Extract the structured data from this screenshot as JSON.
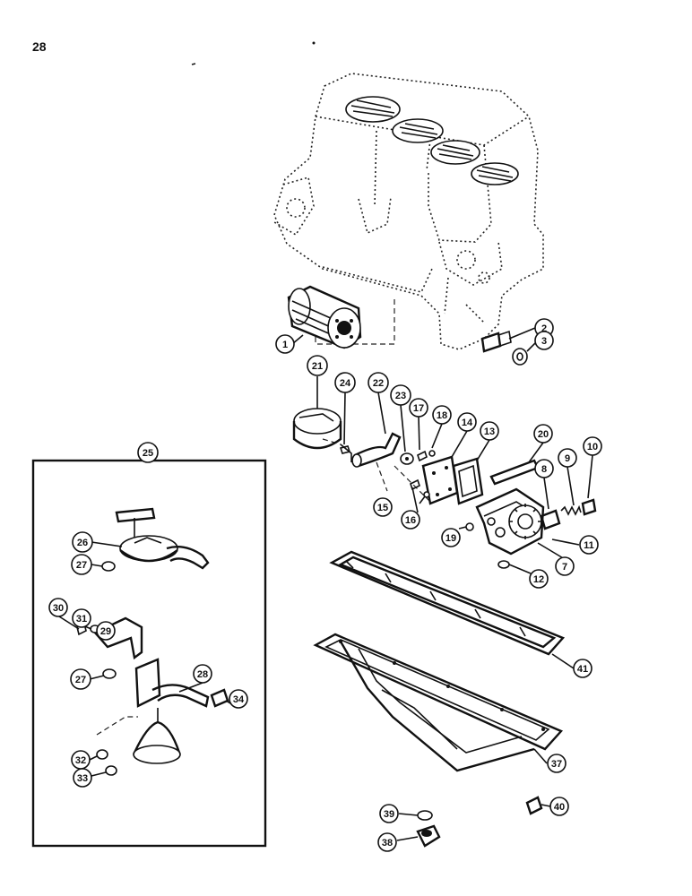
{
  "page": {
    "number": "28"
  },
  "callouts": {
    "c1": "1",
    "c2": "2",
    "c3": "3",
    "c7": "7",
    "c8": "8",
    "c9": "9",
    "c10": "10",
    "c11": "11",
    "c12": "12",
    "c13": "13",
    "c14": "14",
    "c15": "15",
    "c16": "16",
    "c17": "17",
    "c18": "18",
    "c19": "19",
    "c20": "20",
    "c21": "21",
    "c22": "22",
    "c23": "23",
    "c24": "24",
    "c25": "25",
    "c26": "26",
    "c27a": "27",
    "c27b": "27",
    "c28": "28",
    "c29": "29",
    "c30": "30",
    "c31": "31",
    "c32": "32",
    "c33": "33",
    "c34": "34",
    "c37": "37",
    "c38": "38",
    "c39": "39",
    "c40": "40",
    "c41": "41"
  },
  "colors": {
    "ink": "#111111",
    "paper": "#ffffff"
  }
}
